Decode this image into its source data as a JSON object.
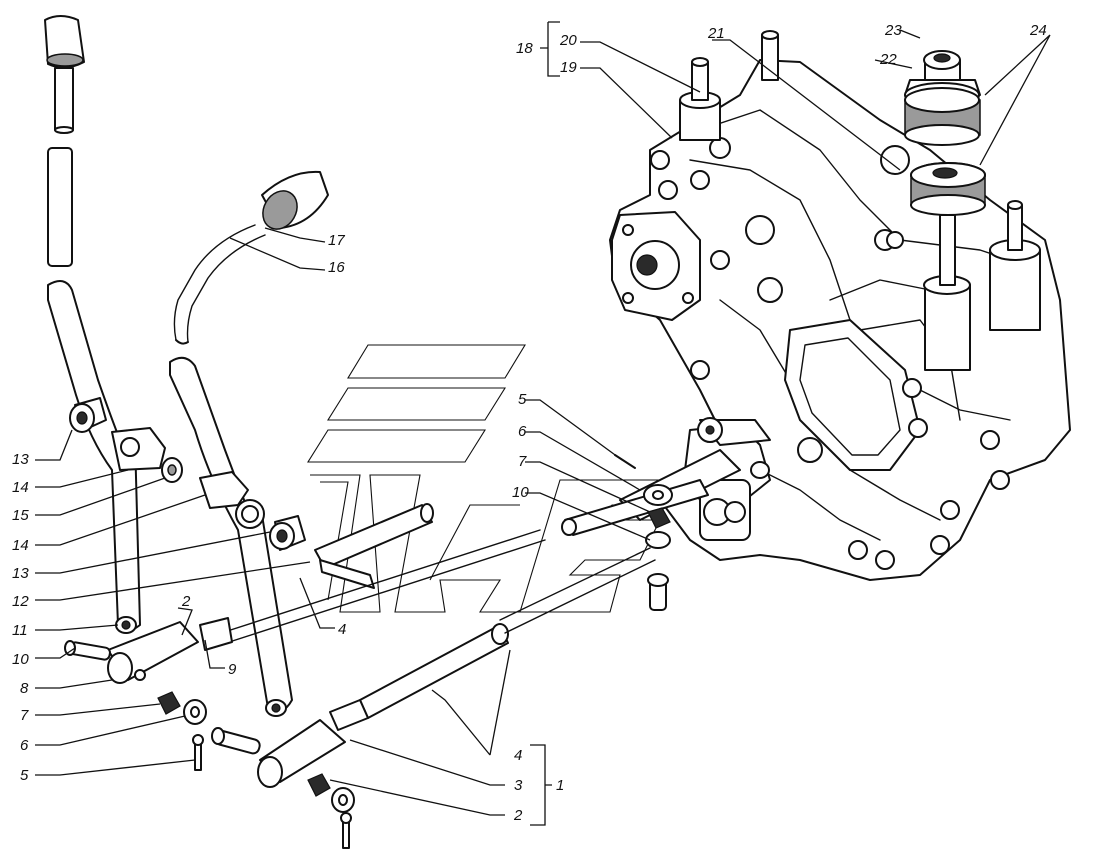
{
  "callouts": {
    "c1": "1",
    "c2a": "2",
    "c2b": "2",
    "c3": "3",
    "c4a": "4",
    "c4b": "4",
    "c5a": "5",
    "c5b": "5",
    "c6a": "6",
    "c6b": "6",
    "c7a": "7",
    "c7b": "7",
    "c8": "8",
    "c9": "9",
    "c10a": "10",
    "c10b": "10",
    "c11": "11",
    "c12": "12",
    "c13a": "13",
    "c13b": "13",
    "c14a": "14",
    "c14b": "14",
    "c15": "15",
    "c16": "16",
    "c17": "17",
    "c18": "18",
    "c19": "19",
    "c20": "20",
    "c21": "21",
    "c22": "22",
    "c23": "23",
    "c24": "24"
  }
}
